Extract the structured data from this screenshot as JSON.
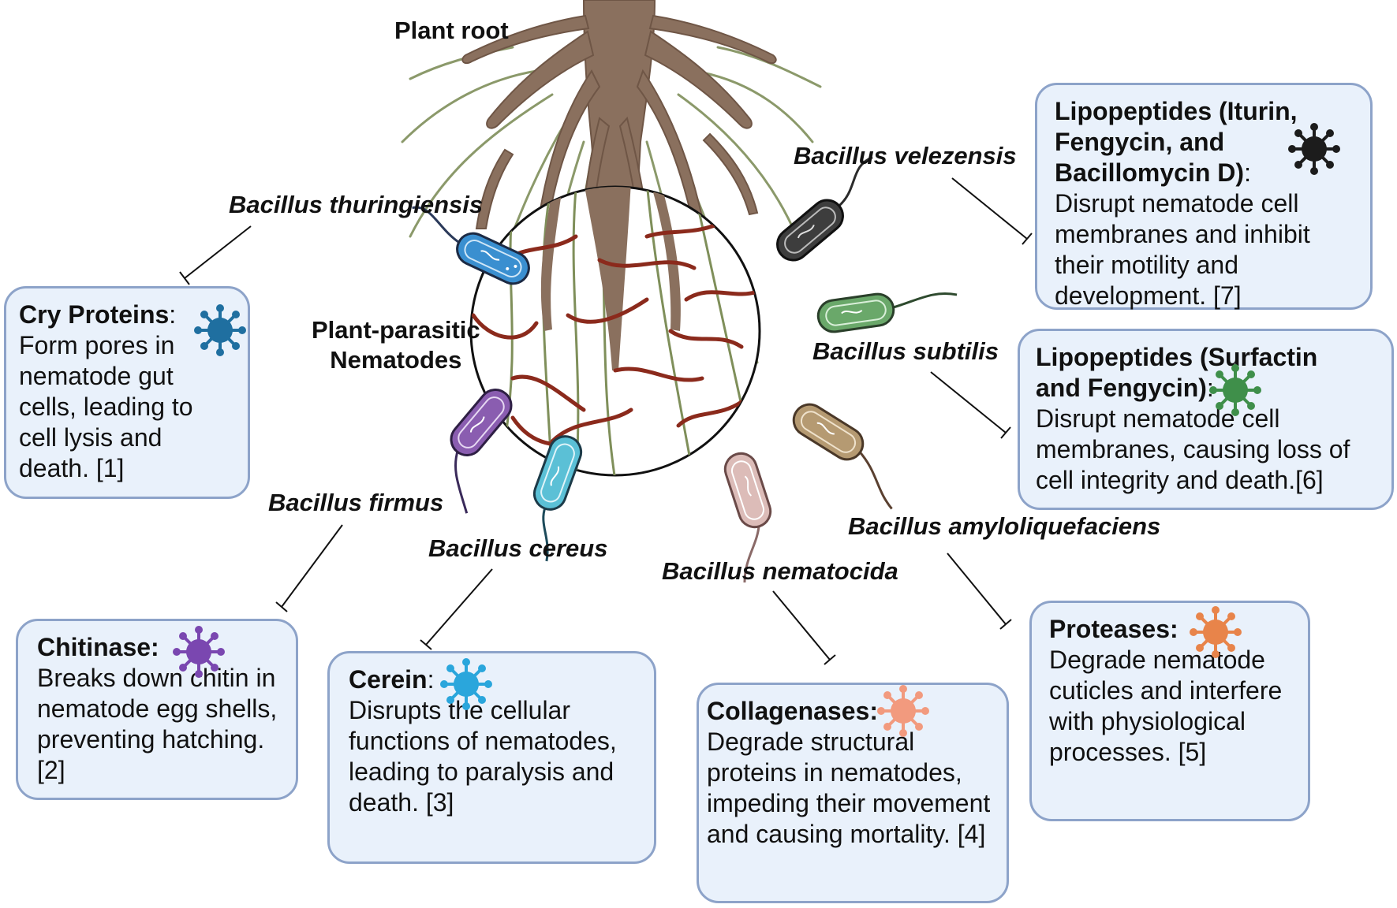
{
  "labels": {
    "plant_root": "Plant root",
    "nematodes": "Plant-parasitic\nNematodes"
  },
  "species": {
    "thuringiensis": "Bacillus thuringiensis",
    "velezensis": "Bacillus velezensis",
    "subtilis": "Bacillus subtilis",
    "amyloliquefaciens": "Bacillus amyloliquefaciens",
    "nematocida": "Bacillus nematocida",
    "cereus": "Bacillus cereus",
    "firmus": "Bacillus firmus"
  },
  "boxes": {
    "cry": {
      "title": "Cry Proteins",
      "sep": ":",
      "text": "Form pores in nematode gut cells, leading to cell lysis and death. [1]"
    },
    "chitinase": {
      "title": "Chitinase:",
      "sep": "",
      "text": "Breaks down chitin in nematode egg shells, preventing hatching.[2]"
    },
    "cerein": {
      "title": "Cerein",
      "sep": ":",
      "text": "Disrupts the cellular functions of nematodes, leading to paralysis and death. [3]"
    },
    "collagenases": {
      "title": "Collagenases:",
      "sep": "",
      "text": "Degrade structural proteins in nematodes, impeding their movement and causing mortality. [4]"
    },
    "proteases": {
      "title": "Proteases:",
      "sep": "",
      "text": "Degrade nematode cuticles and interfere with physiological processes. [5]"
    },
    "lipo_sf": {
      "title": "Lipopeptides (Surfactin and Fengycin)",
      "sep": ":",
      "text": "Disrupt nematode cell membranes, causing loss of cell integrity and death.[6]"
    },
    "lipo_ifb": {
      "title": "Lipopeptides (Iturin, Fengycin, and Bacillomycin D)",
      "sep": ":",
      "text": "Disrupt nematode cell membranes and inhibit their motility and development. [7]"
    }
  },
  "colors": {
    "thuringiensis": "#3a8fd0",
    "velezensis": "#3d3d3d",
    "subtilis": "#6aa86a",
    "amyloliquefaciens": "#b59a72",
    "nematocida": "#dcbcb8",
    "cereus": "#5bc0d6",
    "firmus": "#8a5db0",
    "cry_virus": "#1f6fa0",
    "chitinase_virus": "#7a47b0",
    "cerein_virus": "#2aa6dc",
    "collagenase_virus": "#f29a7e",
    "protease_virus": "#e8844a",
    "lipo_sf_virus": "#3f8f4a",
    "lipo_ifb_virus": "#1c1c1c",
    "box_fill": "#e9f1fb",
    "box_border": "#8da3c9",
    "root": "#8a705e",
    "nematode": "#8b2a1c"
  }
}
